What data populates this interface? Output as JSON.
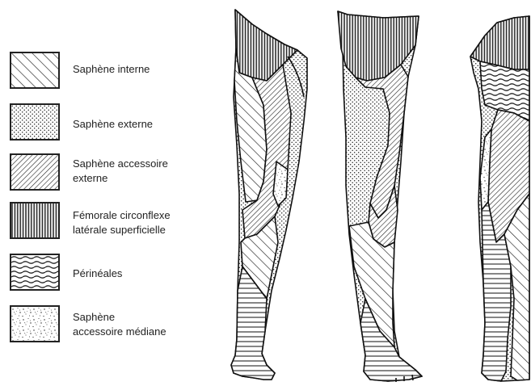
{
  "legend": [
    {
      "id": "saphene-interne",
      "pattern": "diag-right",
      "lines": [
        "Saphène interne"
      ]
    },
    {
      "id": "saphene-externe",
      "pattern": "dots",
      "lines": [
        "Saphène externe"
      ]
    },
    {
      "id": "saphene-accessoire-externe",
      "pattern": "diag-left",
      "lines": [
        "Saphène accessoire",
        "externe"
      ]
    },
    {
      "id": "femorale-circonflexe",
      "pattern": "vertical",
      "lines": [
        "Fémorale circonflexe",
        "latérale superficielle"
      ]
    },
    {
      "id": "perineales",
      "pattern": "waves",
      "lines": [
        "Périnéales"
      ]
    },
    {
      "id": "saphene-accessoire-mediane",
      "pattern": "speckle",
      "lines": [
        "Saphène",
        "accessoire médiane"
      ]
    }
  ]
}
